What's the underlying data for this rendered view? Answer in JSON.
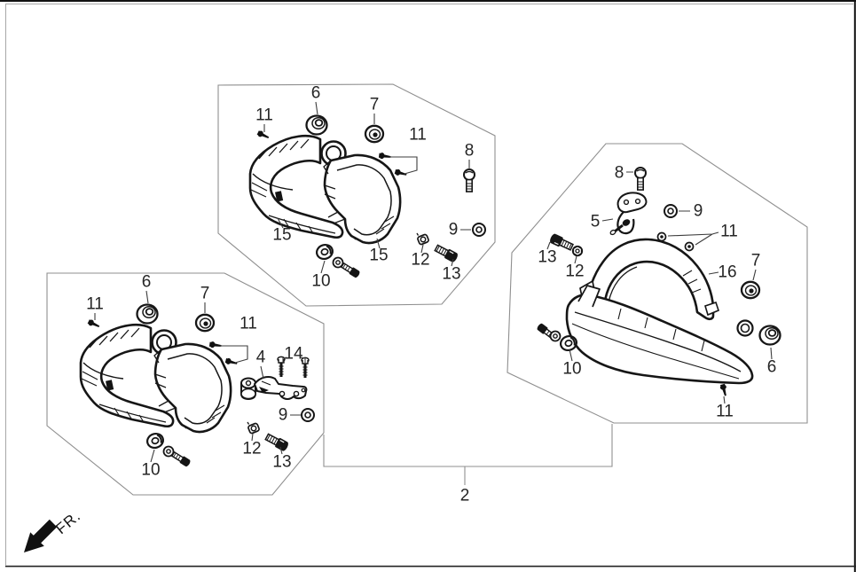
{
  "page": {
    "fr_label": "FR.",
    "bracket_label": "2"
  },
  "assemblies": {
    "top": {
      "callouts": [
        {
          "part": "11"
        },
        {
          "part": "6"
        },
        {
          "part": "7"
        },
        {
          "part": "11"
        },
        {
          "part": "8"
        },
        {
          "part": "9"
        },
        {
          "part": "12"
        },
        {
          "part": "13"
        },
        {
          "part": "10"
        },
        {
          "part": "15"
        },
        {
          "part": "15"
        }
      ]
    },
    "bottom_left": {
      "callouts": [
        {
          "part": "11"
        },
        {
          "part": "6"
        },
        {
          "part": "7"
        },
        {
          "part": "11"
        },
        {
          "part": "4"
        },
        {
          "part": "14"
        },
        {
          "part": "9"
        },
        {
          "part": "12"
        },
        {
          "part": "13"
        },
        {
          "part": "10"
        }
      ]
    },
    "right": {
      "callouts": [
        {
          "part": "8"
        },
        {
          "part": "5"
        },
        {
          "part": "9"
        },
        {
          "part": "11"
        },
        {
          "part": "13"
        },
        {
          "part": "12"
        },
        {
          "part": "16"
        },
        {
          "part": "7"
        },
        {
          "part": "10"
        },
        {
          "part": "6"
        },
        {
          "part": "11"
        }
      ]
    }
  }
}
